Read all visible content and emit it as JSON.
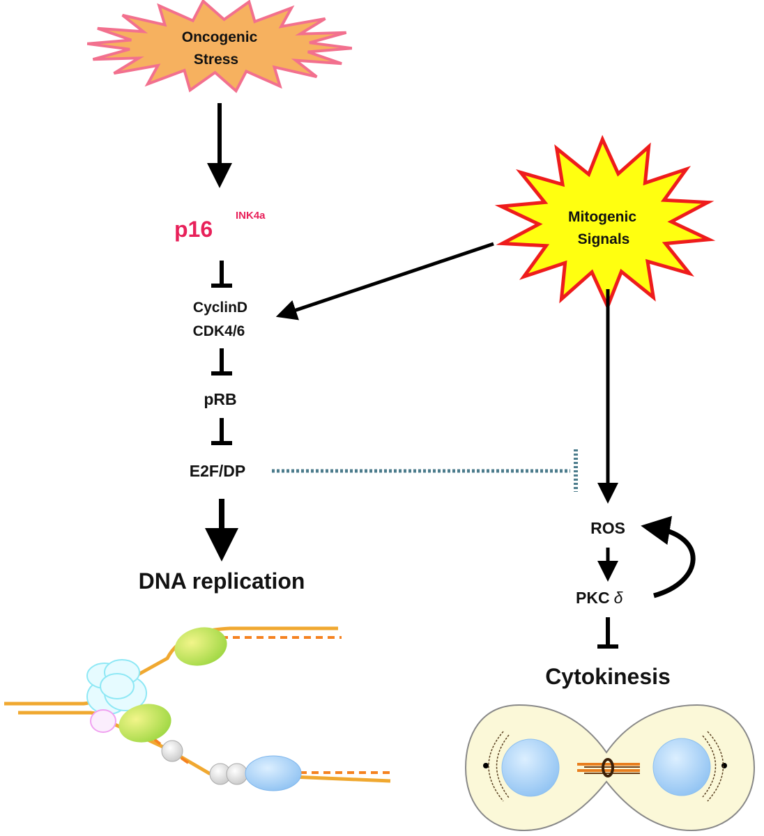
{
  "nodes": {
    "oncogenic_line1": "Oncogenic",
    "oncogenic_line2": "Stress",
    "mitogenic_line1": "Mitogenic",
    "mitogenic_line2": "Signals",
    "p16": "p16",
    "p16_sup": "INK4a",
    "cyclind": "CyclinD",
    "cdk": "CDK4/6",
    "prb": "pRB",
    "e2f": "E2F/DP",
    "dna": "DNA replication",
    "ros": "ROS",
    "pkc": "PKC",
    "pkc_delta": "δ",
    "cytokinesis": "Cytokinesis"
  },
  "colors": {
    "oncogenic_fill": "#f6b15f",
    "oncogenic_stroke": "#f2708e",
    "mitogenic_fill": "#ffff10",
    "mitogenic_stroke": "#ee1c1c",
    "p16": "#e8215a",
    "dotted": "#4c7c8c"
  }
}
